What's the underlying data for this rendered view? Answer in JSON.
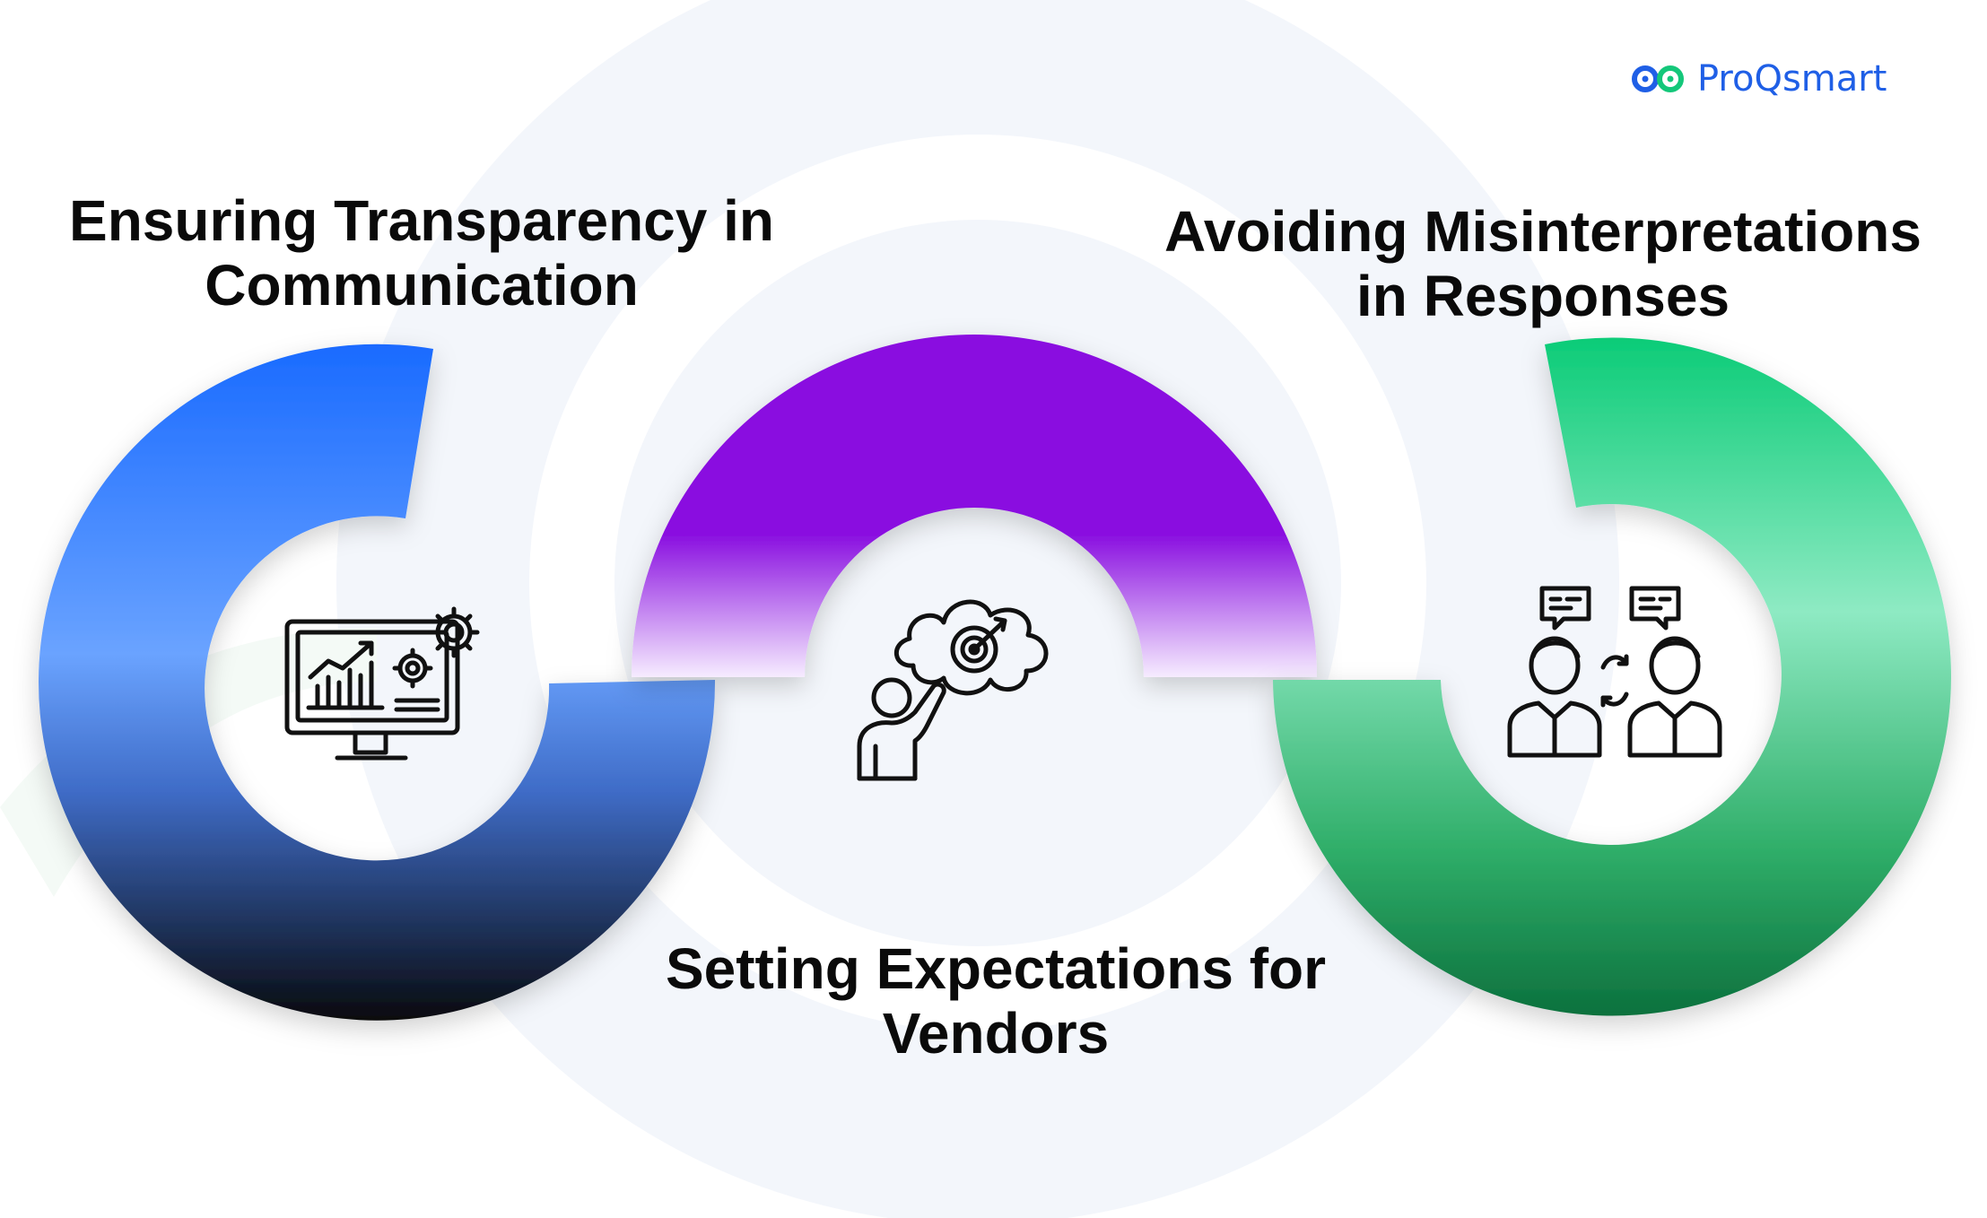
{
  "brand": {
    "name": "ProQsmart",
    "icon": "proqsmart-logo-icon",
    "color": "#1f5fe6"
  },
  "steps": [
    {
      "title_lines": [
        "Ensuring Transparency in",
        "Communication"
      ],
      "icon": "analytics-monitor-gear-icon",
      "colors": [
        "#1a6bff",
        "#5b9cff",
        "#0a0a0a"
      ]
    },
    {
      "title_lines": [
        "Setting Expectations for",
        "Vendors"
      ],
      "icon": "person-target-thought-icon",
      "colors": [
        "#8a10e0",
        "#f3e6ff"
      ]
    },
    {
      "title_lines": [
        "Avoiding Misinterpretations",
        "in Responses"
      ],
      "icon": "people-chat-exchange-icon",
      "colors": [
        "#0ccc78",
        "#8be8c0",
        "#0b6f3c"
      ]
    }
  ]
}
